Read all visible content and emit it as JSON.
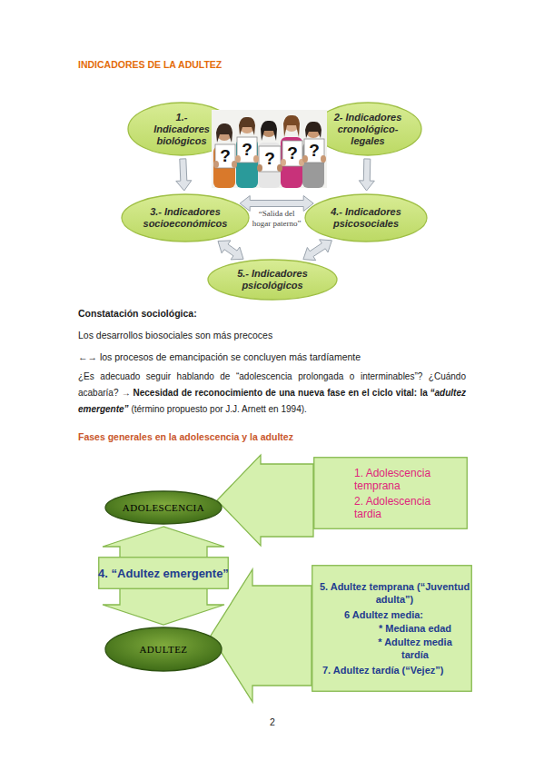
{
  "diagram": {
    "title": "INDICADORES DE LA ADULTEZ",
    "nodes": [
      {
        "text": [
          "1.- Indicadores biológicos"
        ]
      },
      {
        "text": [
          "2- Indicadores cronológico-legales"
        ]
      },
      {
        "text": [
          "3.- Indicadores socioeconómicos"
        ]
      },
      {
        "text": [
          "4.- Indicadores psicosociales"
        ]
      },
      {
        "text": [
          "5.- Indicadores psicológicos"
        ]
      },
      {
        "text": [
          "1. Adolescencia temprana",
          "2. Adolescencia tardia"
        ]
      },
      {
        "text": [
          "ADOLESCENCIA"
        ]
      },
      {
        "text": [
          "4. “Adultez emergente”"
        ]
      },
      {
        "text": [
          "ADULTEZ"
        ]
      },
      {
        "text": [
          "5. Adultez temprana (“Juventud adulta”)",
          "6 Adultez media:",
          "* Mediana edad",
          "* Adultez media tardía",
          "7. Adultez tardía (“Vejez”)"
        ]
      }
    ],
    "edges": [
      {
        "from": 0,
        "to": 2,
        "arrow": "to"
      },
      {
        "from": 1,
        "to": 3,
        "arrow": "to"
      },
      {
        "from": 2,
        "to": 3,
        "label": "“Salida del hogar paterno”",
        "arrow": "both"
      },
      {
        "from": 2,
        "to": 4,
        "arrow": "both"
      },
      {
        "from": 3,
        "to": 4,
        "arrow": "both"
      },
      {
        "from": 5,
        "to": 6,
        "arrow": "to"
      },
      {
        "from": 6,
        "to": 8,
        "arrow": "both"
      },
      {
        "from": 9,
        "to": 8,
        "arrow": "to"
      }
    ],
    "labels": [
      "Constatación sociológica:",
      "Los desarrollos biosociales son más precoces",
      "←→ los procesos de emancipación se concluyen más tardíamente",
      "¿Es adecuado seguir hablando de “adolescencia prolongada o interminables”? ¿Cuándo acabaría? →",
      "Necesidad de reconocimiento de una nueva fase en el ciclo vital: la",
      "“adultez emergente”",
      "(término propuesto por J.J. Arnett en 1994).",
      "Fases generales en la adolescencia y la adultez",
      "2",
      "?",
      "?",
      "?",
      "?",
      "?"
    ]
  }
}
